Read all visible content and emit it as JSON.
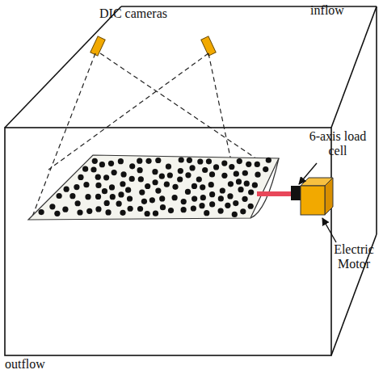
{
  "diagram": {
    "labels": [
      "DIC cameras",
      "inflow",
      "6-axis load cell",
      "Electric Motor",
      "outflow"
    ]
  }
}
